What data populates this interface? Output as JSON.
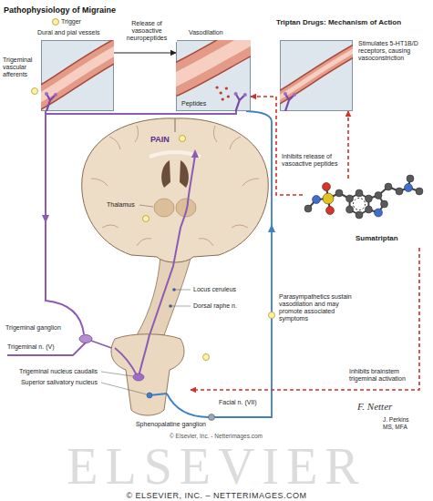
{
  "diagram": {
    "title": "Pathophysiology of Migraine",
    "nodes": [
      {
        "text": [
          "Dural and pial vessels"
        ]
      },
      {
        "text": [
          "Vasodilation",
          "Peptides"
        ]
      },
      {
        "text": [
          "Stimulates 5-HT1B/D receptors, causing vasoconstriction"
        ]
      },
      {
        "text": [
          "Sumatriptan"
        ]
      },
      {
        "text": [
          "Trigeminal nucleus caudalis",
          "Superior salivatory nucleus"
        ]
      }
    ],
    "edges": [
      {
        "from": 0,
        "to": 1,
        "arrow": "to",
        "label": "Release of vasoactive neuropeptides"
      },
      {
        "from": 3,
        "to": 2,
        "arrow": "to"
      },
      {
        "from": 3,
        "to": 1,
        "arrow": "to",
        "label": "Inhibits release of vasoactive peptides"
      },
      {
        "from": 3,
        "to": 4,
        "arrow": "to",
        "label": "Inhibits brainstem trigeminal activation"
      }
    ],
    "labels": [
      "Triptan Drugs: Mechanism of Action",
      "Trigger",
      "Trigeminal vascular afferents",
      "PAIN",
      "Thalamus",
      "Locus ceruleus",
      "Dorsal raphe n.",
      "Parasympathetics sustain vasodilation and may promote associated symptoms",
      "Trigeminal ganglion",
      "Trigeminal n. (V)",
      "Facial n. (VII)",
      "Sphenopalatine ganglion",
      "F. Netter",
      "J. Perkins",
      "MS, MFA",
      "© Elsevier, Inc. - Netterimages.com",
      "ELSEVIER",
      "© ELSEVIER, INC. – NETTERIMAGES.COM"
    ]
  }
}
